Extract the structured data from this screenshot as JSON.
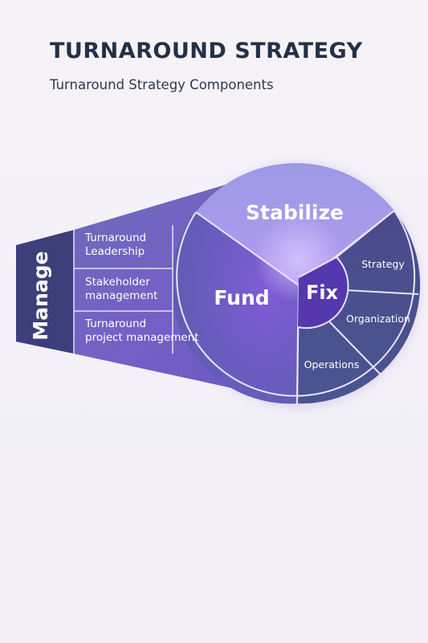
{
  "header": {
    "title": "TURNAROUND STRATEGY",
    "subtitle": "Turnaround Strategy Components"
  },
  "manage": {
    "label": "Manage",
    "items": [
      {
        "line1": "Turnaround",
        "line2": "Leadership"
      },
      {
        "line1": "Stakeholder",
        "line2": "management"
      },
      {
        "line1": "Turnaround",
        "line2": "project management"
      }
    ]
  },
  "circle": {
    "stabilize": "Stabilize",
    "fund": "Fund",
    "fix": "Fix",
    "fix_items": [
      "Strategy",
      "Organization",
      "Operations"
    ]
  },
  "colors": {
    "title": "#243047",
    "manage_box": "#3c3f7a",
    "stabilize": "#a89ae8",
    "fund": "#6a5bc0",
    "fix_hub": "#4f3aa8",
    "fix_ring": "#4a4f8e"
  }
}
